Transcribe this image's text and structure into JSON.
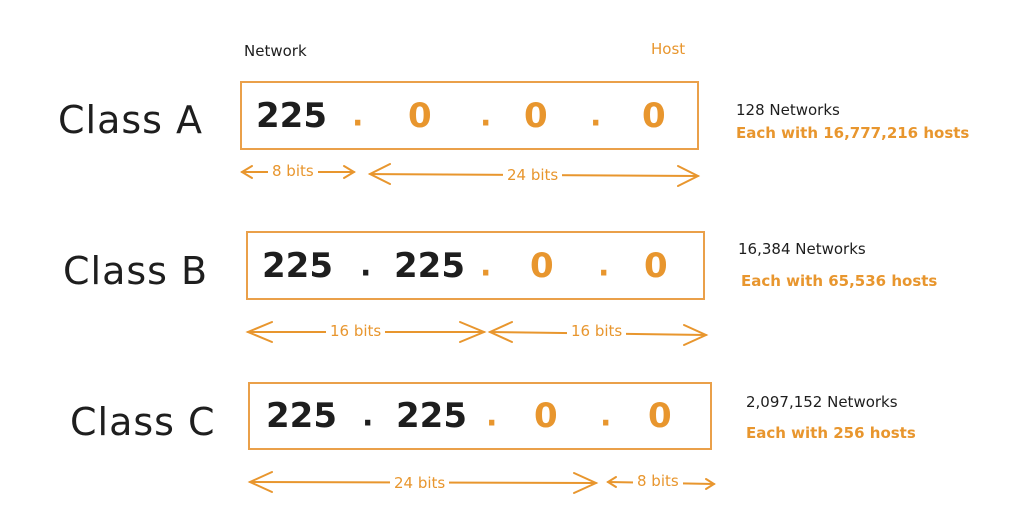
{
  "header": {
    "network_label": "Network",
    "host_label": "Host"
  },
  "colors": {
    "network": "#1e1e1e",
    "host": "#e8962e",
    "box_border": "#eaa04a"
  },
  "classes": [
    {
      "label": "Class A",
      "octets": [
        "225",
        "0",
        "0",
        "0"
      ],
      "separator": ".",
      "network_octets": 1,
      "bit_split": {
        "network": "8 bits",
        "host": "24 bits"
      },
      "networks": "128 Networks",
      "hosts": "Each with 16,777,216 hosts"
    },
    {
      "label": "Class B",
      "octets": [
        "225",
        "225",
        "0",
        "0"
      ],
      "separator": ".",
      "network_octets": 2,
      "bit_split": {
        "network": "16 bits",
        "host": "16 bits"
      },
      "networks": "16,384 Networks",
      "hosts": "Each with 65,536 hosts"
    },
    {
      "label": "Class C",
      "octets": [
        "225",
        "225",
        "0",
        "0"
      ],
      "separator": ".",
      "network_octets": 3,
      "bit_split": {
        "network": "24 bits",
        "host": "8 bits"
      },
      "networks": "2,097,152 Networks",
      "hosts": "Each with 256 hosts"
    }
  ]
}
